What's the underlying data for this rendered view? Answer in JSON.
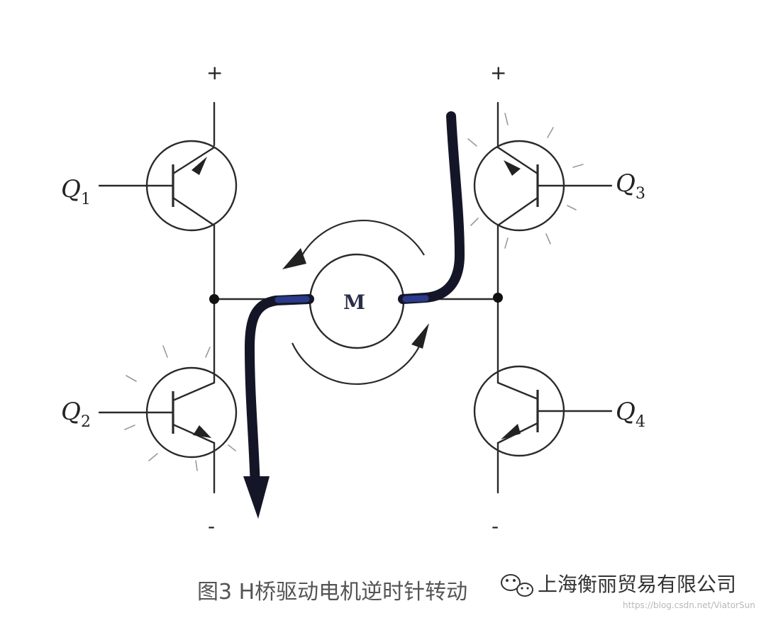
{
  "diagram": {
    "supply_plus_label": "+",
    "supply_minus_label": "-",
    "motor_label": "M",
    "transistors": [
      {
        "letter": "Q",
        "sub": "1"
      },
      {
        "letter": "Q",
        "sub": "2"
      },
      {
        "letter": "Q",
        "sub": "3"
      },
      {
        "letter": "Q",
        "sub": "4"
      }
    ],
    "active_transistors": [
      "Q3",
      "Q2"
    ],
    "current_color": "#141628",
    "current_highlight_color": "#2b3b8a"
  },
  "caption": {
    "text": "图3 H桥驱动电机逆时针转动"
  },
  "stamp": {
    "text": "上海衡丽贸易有限公司"
  },
  "watermark": {
    "text": "https://blog.csdn.net/ViatorSun"
  }
}
